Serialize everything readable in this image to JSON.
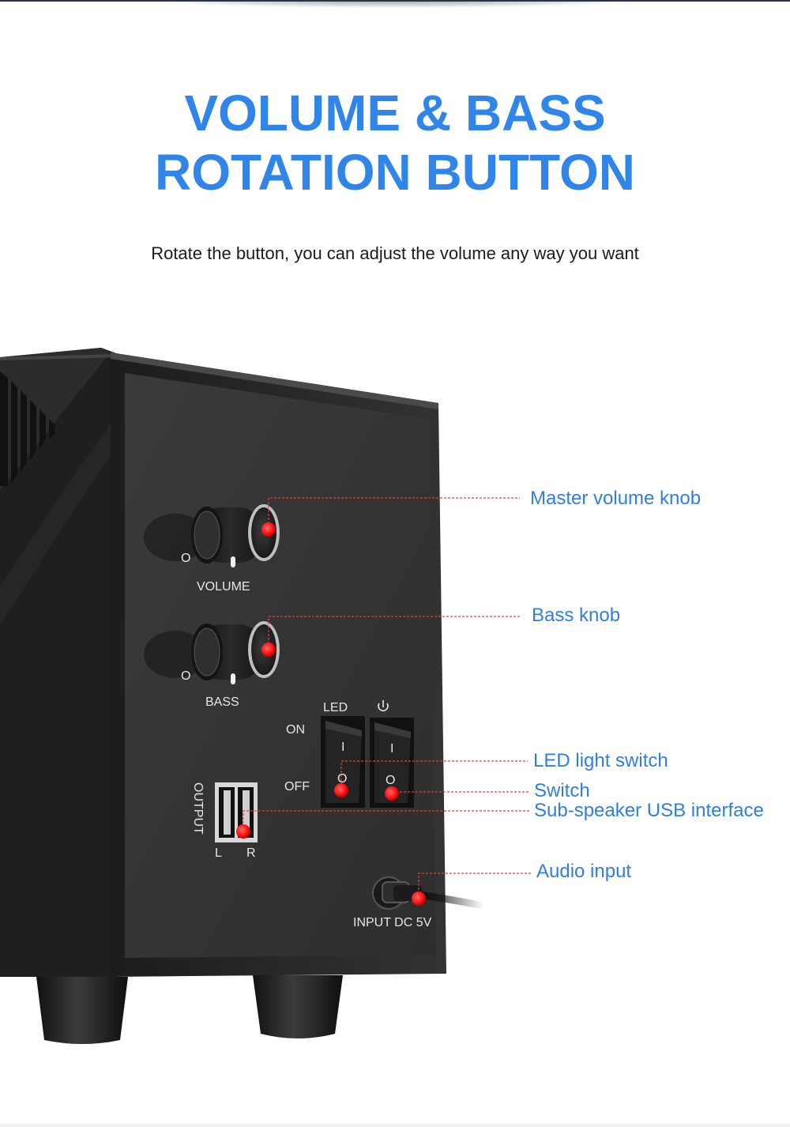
{
  "header": {
    "title_line1": "VOLUME & BASS",
    "title_line2": "ROTATION BUTTON",
    "subtitle": "Rotate the button, you can adjust the volume any way you want"
  },
  "panel": {
    "volume_label": "VOLUME",
    "bass_label": "BASS",
    "knob_min_mark": "O",
    "led_label": "LED",
    "on_label": "ON",
    "off_label": "OFF",
    "output_label": "OUTPUT",
    "usb_left": "L",
    "usb_right": "R",
    "input_label": "INPUT DC 5V",
    "switch_on_mark": "I",
    "switch_off_mark": "O"
  },
  "callouts": {
    "master_volume": "Master volume knob",
    "bass": "Bass knob",
    "led_switch": "LED light switch",
    "switch": "Switch",
    "usb": "Sub-speaker USB interface",
    "audio_input": "Audio input"
  },
  "colors": {
    "accent": "#2f86e8",
    "callout_text": "#2f7fdc",
    "marker": "#ff1a1a",
    "leader_line": "#e04040",
    "speaker_body": "#2b2b2b"
  }
}
